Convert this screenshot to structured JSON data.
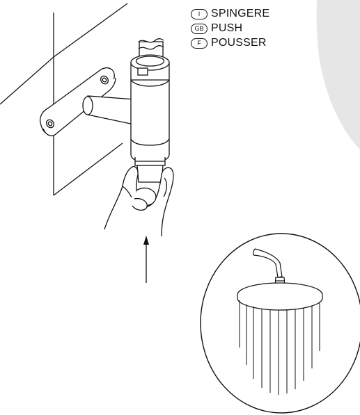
{
  "legend": {
    "items": [
      {
        "code": "I",
        "label": "SPINGERE"
      },
      {
        "code": "GB",
        "label": "PUSH"
      },
      {
        "code": "F",
        "label": "POUSSER"
      }
    ]
  },
  "colors": {
    "line": "#111111",
    "background": "#ffffff",
    "shade": "#e6e6e6"
  },
  "icons": {
    "hand": "hand-pushing-icon",
    "arrow": "push-direction-arrow-icon",
    "shower": "shower-head-icon"
  }
}
